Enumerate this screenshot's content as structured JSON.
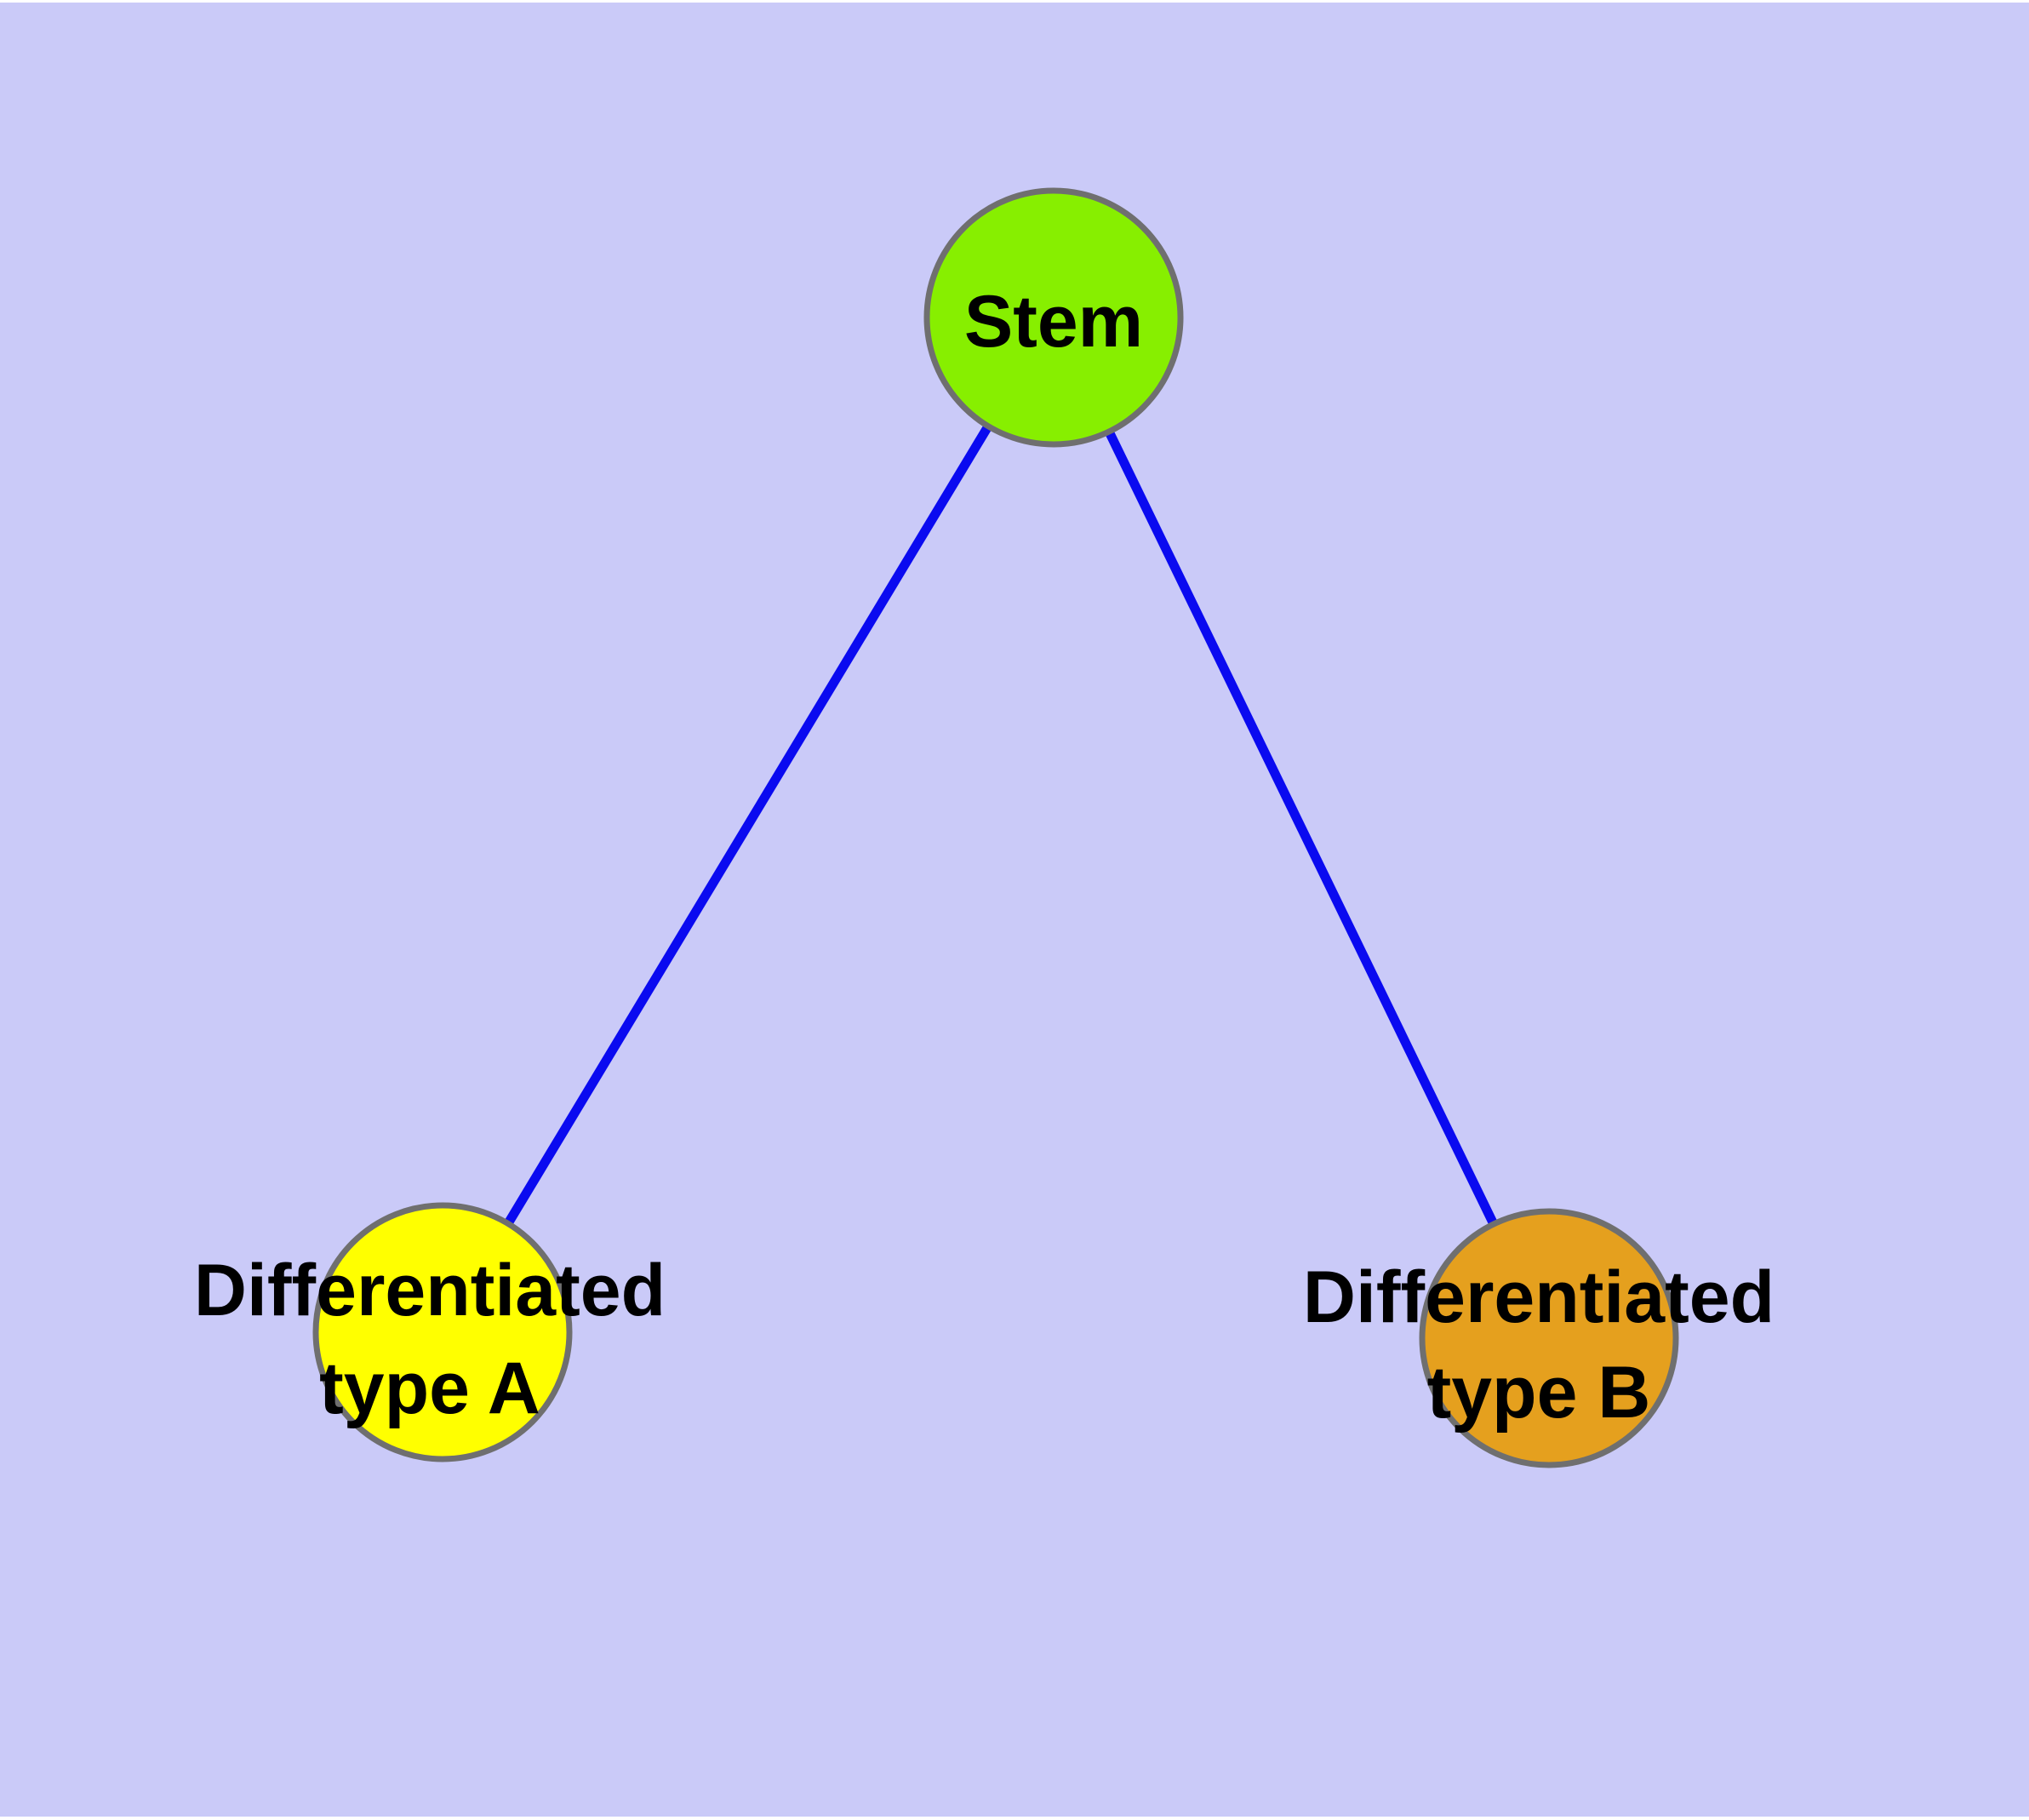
{
  "diagram": {
    "type": "graph",
    "description": "Stem cell differentiation hierarchy diagram",
    "background_color": "#cacaf8",
    "margin_color": "#ffffff",
    "edge_color": "#0a0af0",
    "node_border_color": "#6f6f6f",
    "label_color": "#000000",
    "nodes": [
      {
        "id": "stem",
        "label": "Stem",
        "fill": "#87ef00"
      },
      {
        "id": "diff-a",
        "label_line1": "Differentiated",
        "label_line2": "type A",
        "fill": "#ffff00"
      },
      {
        "id": "diff-b",
        "label_line1": "Differentiated",
        "label_line2": "type B",
        "fill": "#e5a01e"
      }
    ],
    "edges": [
      {
        "from": "Stem",
        "to": "Differentiated type A"
      },
      {
        "from": "Stem",
        "to": "Differentiated type B"
      }
    ]
  }
}
